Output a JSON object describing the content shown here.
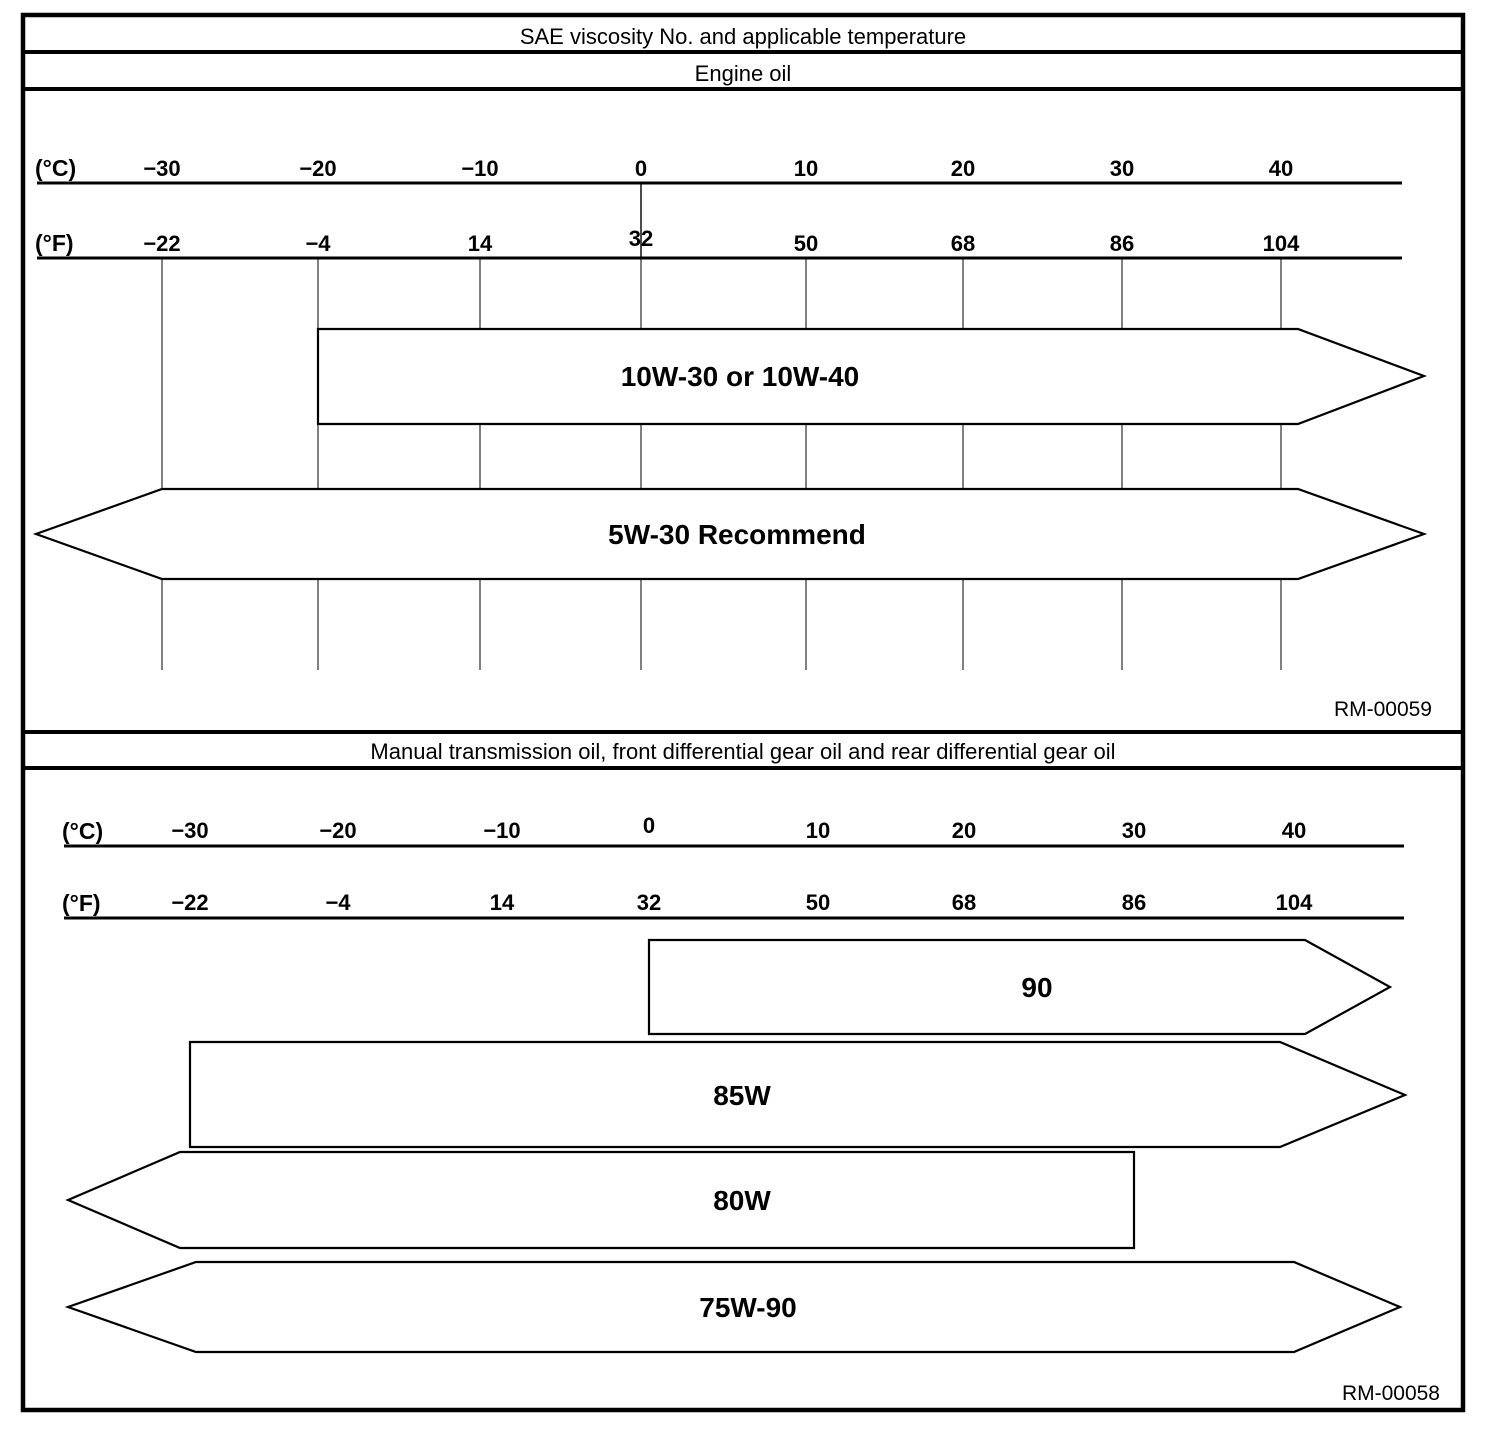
{
  "page": {
    "background": "#ffffff",
    "line_color": "#000000",
    "title": "SAE viscosity No. and applicable temperature",
    "engine_oil_section_title": "Engine oil",
    "gear_oil_section_title": "Manual transmission oil, front differential gear oil and rear differential gear oil"
  },
  "chart_data": [
    {
      "type": "bar",
      "subtype": "horizontal-temperature-range-bands",
      "title": "Engine oil",
      "figure_id": "RM-00059",
      "grid": true,
      "xlim_celsius": [
        -38,
        48
      ],
      "axes": {
        "celsius": {
          "unit_label": "(°C)",
          "ticks": [
            -30,
            -20,
            -10,
            0,
            10,
            20,
            30,
            40
          ],
          "tick_labels": [
            "−30",
            "−20",
            "−10",
            "0",
            "10",
            "20",
            "30",
            "40"
          ]
        },
        "fahrenheit": {
          "unit_label": "(°F)",
          "ticks": [
            -22,
            -4,
            14,
            32,
            50,
            68,
            86,
            104
          ],
          "tick_labels": [
            "−22",
            "−4",
            "14",
            "32",
            "50",
            "68",
            "86",
            "104"
          ]
        }
      },
      "bands": [
        {
          "label": "10W-30 or 10W-40",
          "range_celsius": [
            -20,
            40
          ],
          "arrow_left": false,
          "arrow_right": true
        },
        {
          "label": "5W-30 Recommend",
          "range_celsius": [
            -30,
            40
          ],
          "arrow_left": true,
          "arrow_right": true
        }
      ]
    },
    {
      "type": "bar",
      "subtype": "horizontal-temperature-range-bands",
      "title": "Manual transmission oil, front differential gear oil and rear differential gear oil",
      "figure_id": "RM-00058",
      "grid": false,
      "xlim_celsius": [
        -38,
        48
      ],
      "axes": {
        "celsius": {
          "unit_label": "(°C)",
          "ticks": [
            -30,
            -20,
            -10,
            0,
            10,
            20,
            30,
            40
          ],
          "tick_labels": [
            "−30",
            "−20",
            "−10",
            "0",
            "10",
            "20",
            "30",
            "40"
          ]
        },
        "fahrenheit": {
          "unit_label": "(°F)",
          "ticks": [
            -22,
            -4,
            14,
            32,
            50,
            68,
            86,
            104
          ],
          "tick_labels": [
            "−22",
            "−4",
            "14",
            "32",
            "50",
            "68",
            "86",
            "104"
          ]
        }
      },
      "bands": [
        {
          "label": "90",
          "range_celsius": [
            0,
            40
          ],
          "arrow_left": false,
          "arrow_right": true
        },
        {
          "label": "85W",
          "range_celsius": [
            -30,
            40
          ],
          "arrow_left": false,
          "arrow_right": true
        },
        {
          "label": "80W",
          "range_celsius": [
            -30,
            30
          ],
          "arrow_left": true,
          "arrow_right": false
        },
        {
          "label": "75W-90",
          "range_celsius": [
            -30,
            40
          ],
          "arrow_left": true,
          "arrow_right": true
        }
      ]
    }
  ]
}
